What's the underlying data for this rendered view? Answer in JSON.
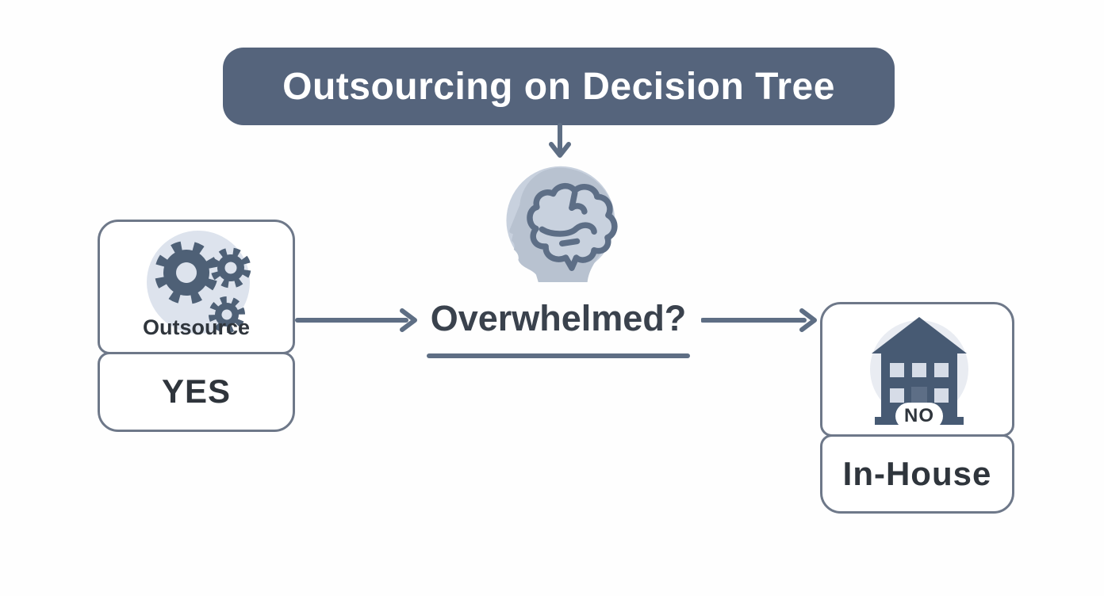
{
  "diagram": {
    "title": "Outsourcing on Decision Tree",
    "question": "Overwhelmed?",
    "center_icon": "brain-head-icon",
    "branches": {
      "yes": {
        "label": "Outsource",
        "answer": "YES",
        "icon": "gears-icon"
      },
      "no": {
        "label": "In-House",
        "answer": "NO",
        "icon": "building-icon"
      }
    },
    "colors": {
      "banner-bg": "#55647c",
      "banner-text": "#ffffff",
      "arrow": "#5e6e84",
      "box-border": "#6e7889",
      "question-color": "#3a424d",
      "label-color": "#2f353c",
      "gear-slate": "#4e6076",
      "building-fill": "#475a73",
      "door-fill": "#5d6e86",
      "window-fill": "#d6dce7",
      "circle-light": "#dde3ed",
      "circle-lighter": "#e9ecf2",
      "brain-circle": "#c8d1de",
      "head-fill": "#b8c2d0",
      "brain-stroke": "#5d6e86",
      "badge-bg": "#ffffff"
    }
  }
}
